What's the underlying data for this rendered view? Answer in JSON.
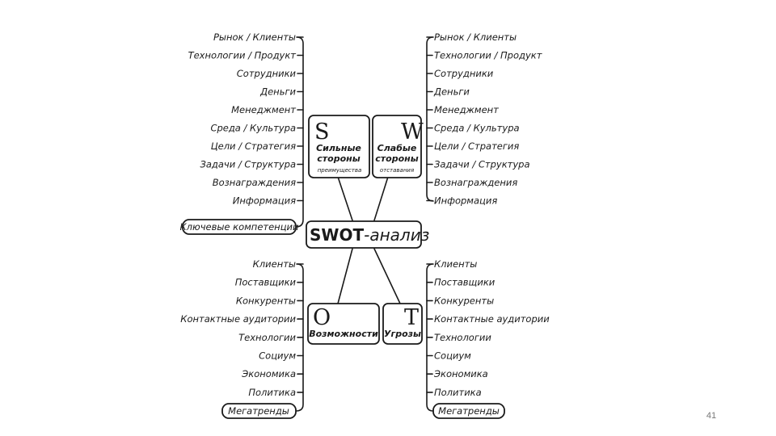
{
  "center": {
    "title": "SWOT",
    "subtitle": "-анализ"
  },
  "quadrants": {
    "s": {
      "letter": "S",
      "line1": "Сильные",
      "line2": "стороны",
      "sub": "преимущества",
      "items": [
        "Рынок / Клиенты",
        "Технологии / Продукт",
        "Сотрудники",
        "Деньги",
        "Менеджмент",
        "Среда / Культура",
        "Цели / Стратегия",
        "Задачи / Структура",
        "Вознаграждения",
        "Информация"
      ],
      "footer": "Ключевые компетенции"
    },
    "w": {
      "letter": "W",
      "line1": "Слабые",
      "line2": "стороны",
      "sub": "отставания",
      "items": [
        "Рынок / Клиенты",
        "Технологии / Продукт",
        "Сотрудники",
        "Деньги",
        "Менеджмент",
        "Среда / Культура",
        "Цели / Стратегия",
        "Задачи / Структура",
        "Вознаграждения",
        "Информация"
      ]
    },
    "o": {
      "letter": "O",
      "line1": "Возможности",
      "items": [
        "Клиенты",
        "Поставщики",
        "Конкуренты",
        "Контактные аудитории",
        "Технологии",
        "Социум",
        "Экономика",
        "Политика"
      ],
      "footer": "Мегатренды"
    },
    "t": {
      "letter": "T",
      "line1": "Угрозы",
      "items": [
        "Клиенты",
        "Поставщики",
        "Конкуренты",
        "Контактные аудитории",
        "Технологии",
        "Социум",
        "Экономика",
        "Политика"
      ],
      "footer": "Мегатренды"
    }
  },
  "page_number": "41"
}
